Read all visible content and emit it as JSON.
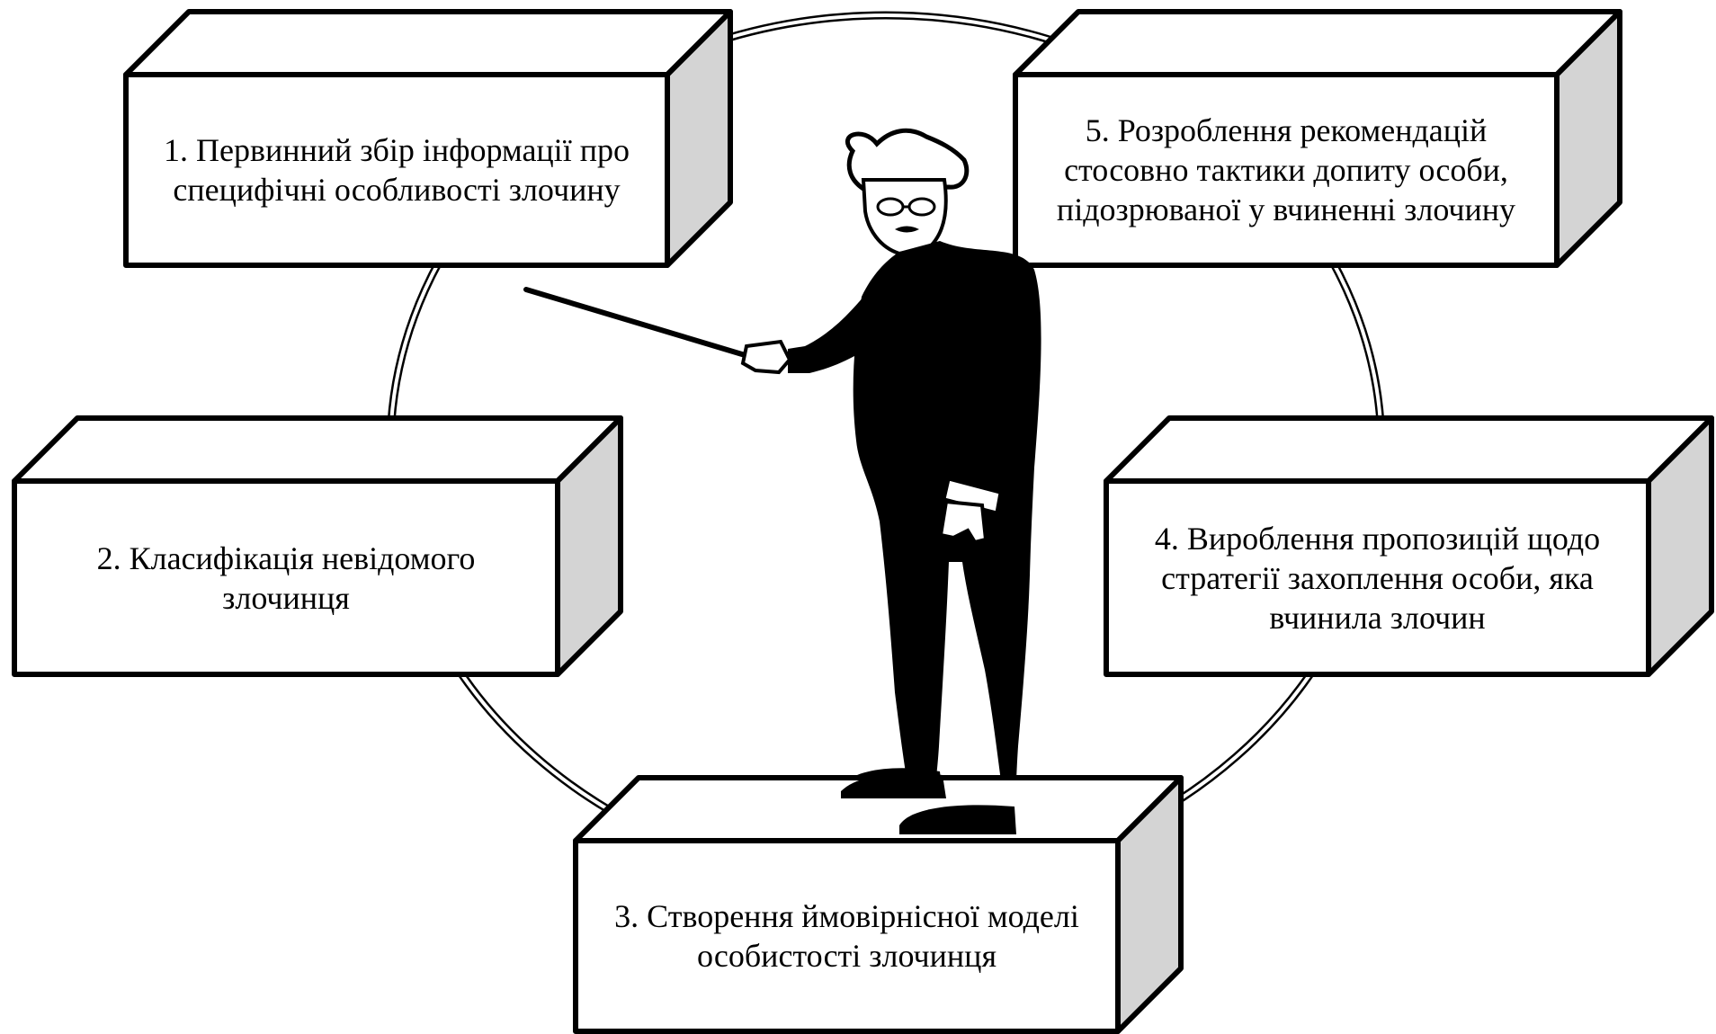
{
  "diagram": {
    "colors": {
      "outline": "#000000",
      "face": "#ffffff",
      "side": "#d4d4d4",
      "ring": "#000000",
      "figure": "#000000"
    },
    "figure_icon": "lecturer-with-pointer",
    "stages": [
      {
        "id": "stage-1",
        "text": "1. Первинний збір інформації про\nспецифічні особливості злочину"
      },
      {
        "id": "stage-2",
        "text": "2. Класифікація невідомого\nзлочинця"
      },
      {
        "id": "stage-3",
        "text": "3. Створення ймовірнісної моделі\nособистості злочинця"
      },
      {
        "id": "stage-4",
        "text": "4. Вироблення пропозицій щодо\nстратегії захоплення особи, яка\nвчинила злочин"
      },
      {
        "id": "stage-5",
        "text": "5. Розроблення рекомендацій\nстосовно тактики допиту особи,\nпідозрюваної у вчиненні злочину"
      }
    ]
  }
}
